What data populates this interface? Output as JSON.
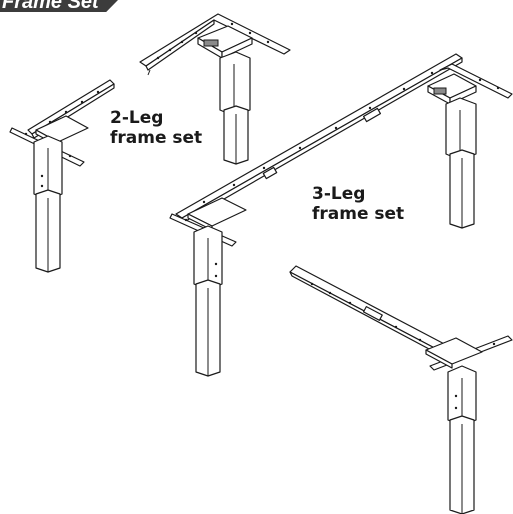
{
  "header": {
    "title": "Frame Set"
  },
  "labels": {
    "two_leg": {
      "line1": "2-Leg",
      "line2": "frame set"
    },
    "three_leg": {
      "line1": "3-Leg",
      "line2": "frame set"
    }
  }
}
